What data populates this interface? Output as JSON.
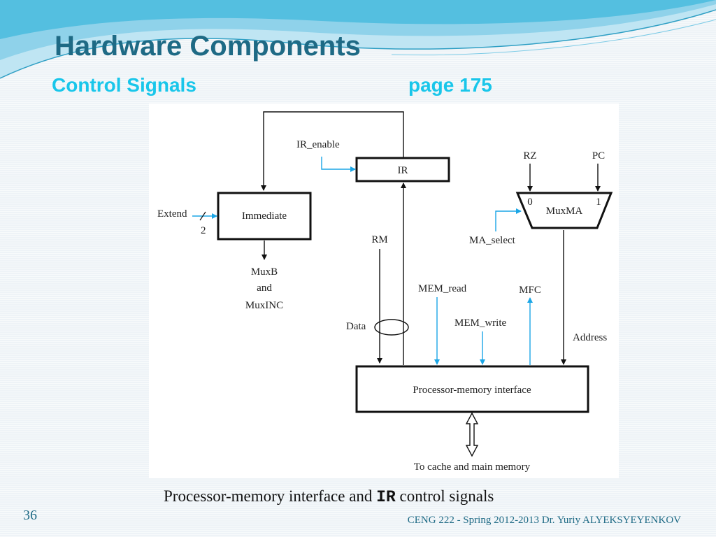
{
  "slide": {
    "title": "Hardware Components",
    "subtitle_left": "Control Signals",
    "subtitle_right": "page 175",
    "caption_part1": "Processor-memory interface and ",
    "caption_code": "IR",
    "caption_part2": " control signals",
    "slide_number": "36",
    "footer": "CENG 222 - Spring 2012-2013   Dr. Yuriy ALYEKSYEYENKOV"
  },
  "colors": {
    "title": "#1e6a85",
    "subtitle": "#19c6ea",
    "control_signal": "#1ba6e6"
  },
  "diagram": {
    "labels": {
      "ir_enable": "IR_enable",
      "ir": "IR",
      "rz": "RZ",
      "pc": "PC",
      "extend": "Extend",
      "extend_bits": "2",
      "immediate": "Immediate",
      "mux_in0": "0",
      "mux_in1": "1",
      "muxma": "MuxMA",
      "rm": "RM",
      "ma_select": "MA_select",
      "muxb": "MuxB",
      "and": "and",
      "muxinc": "MuxINC",
      "mem_read": "MEM_read",
      "mfc": "MFC",
      "data": "Data",
      "mem_write": "MEM_write",
      "address": "Address",
      "pmi": "Processor-memory interface",
      "to_memory": "To cache and main memory"
    }
  }
}
